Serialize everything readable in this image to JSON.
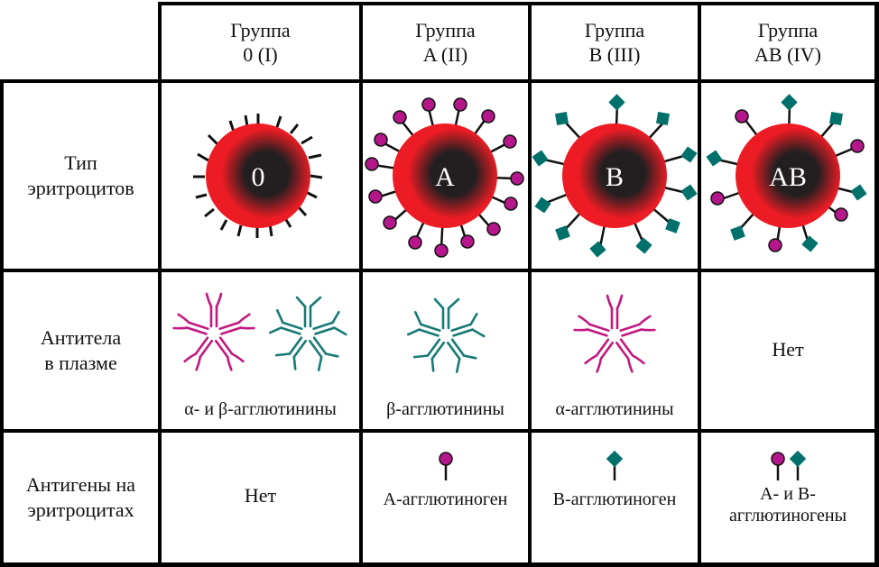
{
  "table": {
    "columns": [
      {
        "title": "Группа",
        "subtitle": "0 (I)"
      },
      {
        "title": "Группа",
        "subtitle": "A (II)"
      },
      {
        "title": "Группа",
        "subtitle": "B (III)"
      },
      {
        "title": "Группа",
        "subtitle": "AB (IV)"
      }
    ],
    "rows": [
      {
        "label_line1": "Тип",
        "label_line2": "эритроцитов"
      },
      {
        "label_line1": "Антитела",
        "label_line2": "в плазме"
      },
      {
        "label_line1": "Антигены на",
        "label_line2": "эритроцитах"
      }
    ]
  },
  "erythrocytes": [
    {
      "group": "0",
      "label": "0",
      "surface": "spikes"
    },
    {
      "group": "A",
      "label": "A",
      "surface": "circle-antigens"
    },
    {
      "group": "B",
      "label": "B",
      "surface": "diamond-antigens"
    },
    {
      "group": "AB",
      "label": "AB",
      "surface": "circle-and-diamond-antigens"
    }
  ],
  "antibodies": [
    {
      "caption": "α- и β-агглютинины",
      "icons": [
        "alpha-agglutinin-cluster",
        "beta-agglutinin-cluster"
      ]
    },
    {
      "caption": "β-агглютинины",
      "icons": [
        "beta-agglutinin-cluster"
      ]
    },
    {
      "caption": "α-агглютинины",
      "icons": [
        "alpha-agglutinin-cluster"
      ]
    },
    {
      "caption": "Нет",
      "icons": []
    }
  ],
  "antigens": [
    {
      "caption_line1": "Нет",
      "caption_line2": "",
      "icons": []
    },
    {
      "caption_line1": "A-агглютиноген",
      "caption_line2": "",
      "icons": [
        "a-antigen"
      ]
    },
    {
      "caption_line1": "B-агглютиноген",
      "caption_line2": "",
      "icons": [
        "b-antigen"
      ]
    },
    {
      "caption_line1": "A- и B-",
      "caption_line2": "агглютиногены",
      "icons": [
        "a-antigen",
        "b-antigen"
      ]
    }
  ],
  "colors": {
    "grid_line": "#000000",
    "cell_red": "#ed1c24",
    "cell_core": "#231f20",
    "a_antigen": "#b5178a",
    "b_antigen": "#00706b",
    "alpha_agglutinin": "#c2187f",
    "beta_agglutinin": "#167a75",
    "text": "#111111"
  }
}
